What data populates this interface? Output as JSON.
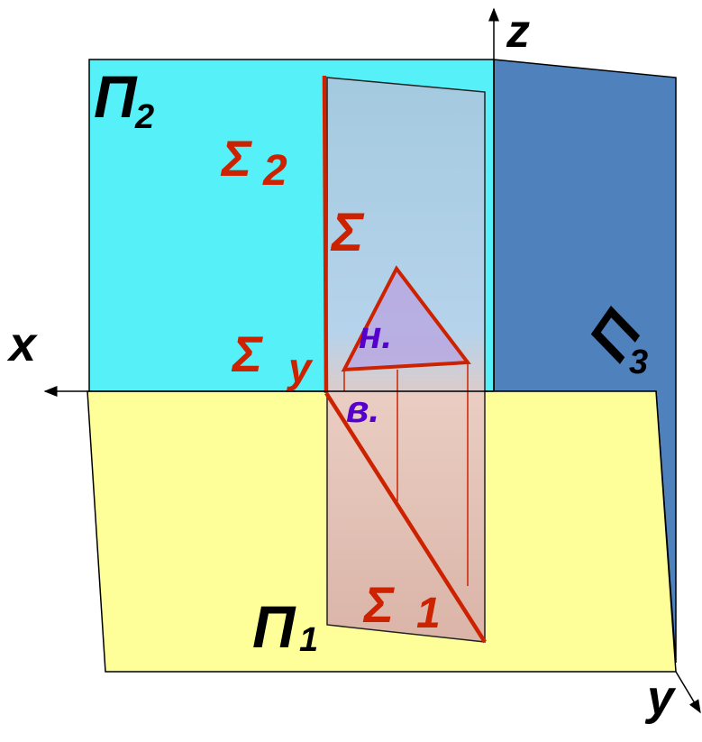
{
  "labels": {
    "axis_z": "z",
    "axis_x": "x",
    "axis_y": "y",
    "plane_p2": "П",
    "plane_p2_sub": "2",
    "plane_p3": "П",
    "plane_p3_sub": "3",
    "plane_p1": "П",
    "plane_p1_sub": "1",
    "sigma2": "Σ",
    "sigma2_sub": "2",
    "sigma": "Σ",
    "sigma_y": "Σ",
    "sigma_y_sub": "y",
    "sigma1": "Σ",
    "sigma1_sub": "1",
    "tri_n": "н.",
    "tri_v": "в."
  },
  "colors": {
    "frontal_plane": "#55f0f8",
    "profile_plane": "#4f81bd",
    "horizontal_plane": "#ffff99",
    "trace_red": "#cc2200",
    "label_blue": "#5500cc",
    "axis": "#000000"
  }
}
